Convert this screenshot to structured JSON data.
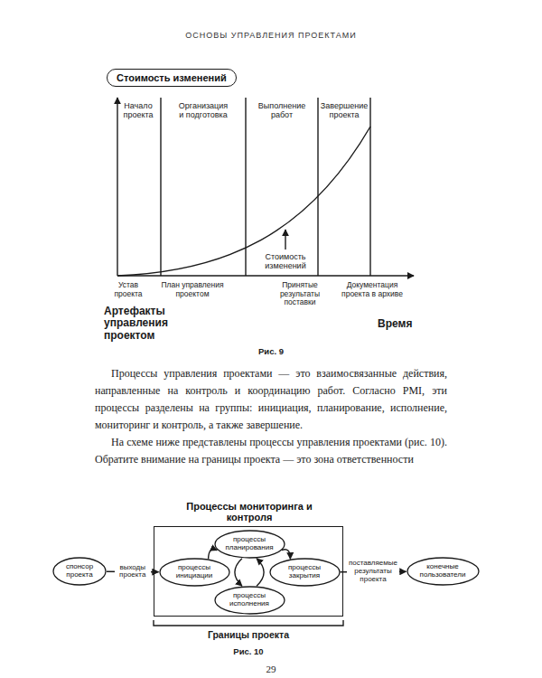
{
  "diagram": {
    "nodes": [
      {
        "text": [
          "Стоимость изменений"
        ]
      },
      {
        "text": [
          "спонсор проекта"
        ]
      },
      {
        "text": [
          "Процессы мониторинга и контроля"
        ]
      },
      {
        "text": [
          "процессы инициации"
        ],
        "in": 2
      },
      {
        "text": [
          "процессы планирования"
        ],
        "in": 2
      },
      {
        "text": [
          "процессы исполнения"
        ],
        "in": 2
      },
      {
        "text": [
          "процессы закрытия"
        ],
        "in": 2
      },
      {
        "text": [
          "конечные пользователи"
        ]
      }
    ],
    "edges": [
      {
        "from": 1,
        "to": 3,
        "label": "выходы проекта",
        "arrow": "to"
      },
      {
        "from": 3,
        "to": 4,
        "arrow": "to"
      },
      {
        "from": 4,
        "to": 6,
        "arrow": "to"
      },
      {
        "from": 4,
        "to": 5,
        "arrow": "to"
      },
      {
        "from": 5,
        "to": 4,
        "arrow": "to"
      },
      {
        "from": 6,
        "to": 7,
        "label": "поставляемые результаты проекта",
        "arrow": "to"
      }
    ],
    "labels": [
      "ОСНОВЫ УПРАВЛЕНИЯ ПРОЕКТАМИ",
      "Начало проекта",
      "Организация и подготовка",
      "Выполнение работ",
      "Завершение проекта",
      "Стоимость изменений",
      "Устав проекта",
      "План управления проектом",
      "Принятые результаты поставки",
      "Документация проекта в архиве",
      "Артефакты управления проектом",
      "Время",
      "Рис. 9",
      "Процессы управления проектами — это взаимосвязанные действия, направленные на контроль и координацию работ. Согласно PMI, эти процессы разделены на группы: инициация, планирование, исполнение, мониторинг и контроль, а также завершение.",
      "На схеме ниже представлены процессы управления проектами (рис. 10). Обратите внимание на границы проекта — это зона ответственности",
      "Границы проекта",
      "Рис. 10",
      "29"
    ]
  }
}
